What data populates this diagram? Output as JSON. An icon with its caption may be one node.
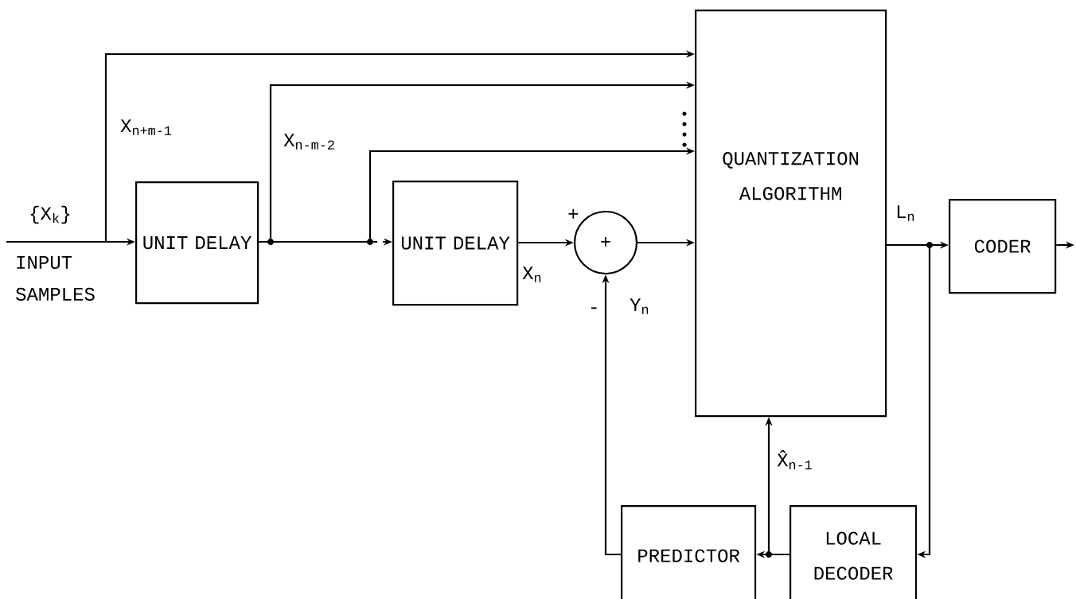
{
  "diagram": {
    "nodes": [
      {
        "text": [
          "UNIT DELAY"
        ]
      },
      {
        "text": [
          "UNIT DELAY"
        ]
      },
      {
        "text": [
          "+"
        ]
      },
      {
        "text": [
          "QUANTIZATION ALGORITHM"
        ]
      },
      {
        "text": [
          "CODER"
        ]
      },
      {
        "text": [
          "PREDICTOR"
        ]
      },
      {
        "text": [
          "LOCAL DECODER"
        ]
      }
    ],
    "edges": [
      {
        "from": null,
        "to": 0,
        "arrow": "to"
      },
      {
        "from": null,
        "to": 3,
        "arrow": "to"
      },
      {
        "from": 0,
        "to": 3,
        "arrow": "to"
      },
      {
        "from": 0,
        "to": 1,
        "arrow": "to",
        "style": "dashed"
      },
      {
        "from": 0,
        "to": 3,
        "arrow": "to"
      },
      {
        "from": 1,
        "to": 2,
        "arrow": "to"
      },
      {
        "from": 2,
        "to": 3,
        "arrow": "to"
      },
      {
        "from": 3,
        "to": 4,
        "arrow": "to"
      },
      {
        "from": 3,
        "to": 6,
        "arrow": "to"
      },
      {
        "from": 6,
        "to": 5,
        "arrow": "to"
      },
      {
        "from": 6,
        "to": 3,
        "arrow": "to"
      },
      {
        "from": 5,
        "to": 2,
        "arrow": "to"
      },
      {
        "from": 4,
        "to": null,
        "arrow": "to"
      }
    ],
    "labels": [
      "X$_{n+m-1}$",
      "X$_{n-m-2}$",
      "{X$_{k}$}",
      "INPUT SAMPLES",
      "+",
      "X$_{n}$",
      "L$_{n}$",
      "-",
      "Y$_{n}$",
      "X̂$_{n-1}$"
    ]
  }
}
